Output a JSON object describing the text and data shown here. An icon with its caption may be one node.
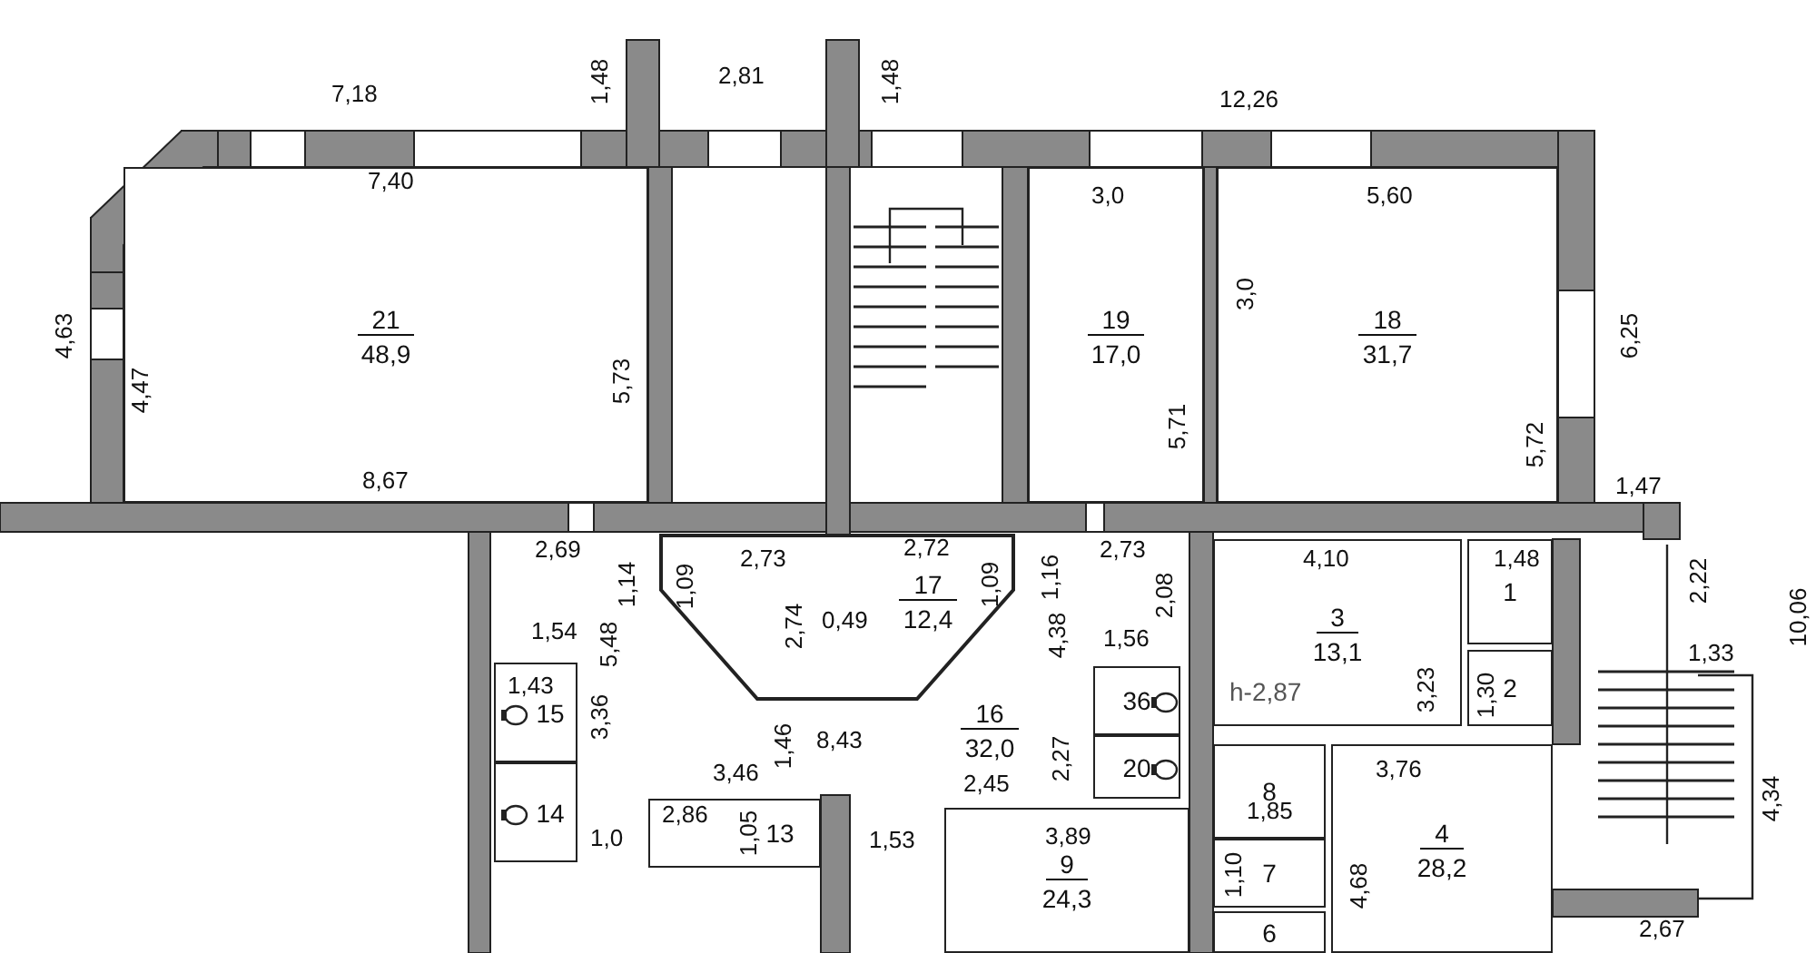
{
  "diagram": {
    "nodes": [
      {
        "text": [
          "21",
          "48,9"
        ]
      },
      {
        "text": [
          "19",
          "17,0"
        ]
      },
      {
        "text": [
          "18",
          "31,7"
        ]
      },
      {
        "text": [
          "17",
          "12,4"
        ]
      },
      {
        "text": [
          "16",
          "32,0"
        ]
      },
      {
        "text": [
          "3",
          "13,1",
          "h-2,87"
        ]
      },
      {
        "text": [
          "1"
        ]
      },
      {
        "text": [
          "2"
        ]
      },
      {
        "text": [
          "15"
        ]
      },
      {
        "text": [
          "14"
        ]
      },
      {
        "text": [
          "36"
        ]
      },
      {
        "text": [
          "20"
        ]
      },
      {
        "text": [
          "13"
        ]
      },
      {
        "text": [
          "9",
          "24,3"
        ]
      },
      {
        "text": [
          "8"
        ]
      },
      {
        "text": [
          "7"
        ]
      },
      {
        "text": [
          "6"
        ]
      },
      {
        "text": [
          "4",
          "28,2"
        ]
      }
    ],
    "labels": [
      "7,18",
      "1,48",
      "2,81",
      "1,48",
      "12,26",
      "7,40",
      "3,0",
      "5,60",
      "4,63",
      "4,47",
      "5,73",
      "3,0",
      "6,25",
      "5,71",
      "5,72",
      "8,67",
      "1,47",
      "2,69",
      "1,14",
      "1,09",
      "2,73",
      "2,72",
      "1,09",
      "1,16",
      "2,73",
      "4,10",
      "1,48",
      "2,22",
      "5,48",
      "2,74",
      "0,49",
      "2,08",
      "1,54",
      "1,43",
      "4,38",
      "1,56",
      "1,33",
      "3,23",
      "1,30",
      "10,06",
      "3,36",
      "1,46",
      "8,43",
      "3,46",
      "2,27",
      "2,45",
      "3,76",
      "1,85",
      "4,34",
      "2,86",
      "1,05",
      "1,0",
      "1,53",
      "3,89",
      "1,10",
      "4,68",
      "2,67"
    ]
  }
}
